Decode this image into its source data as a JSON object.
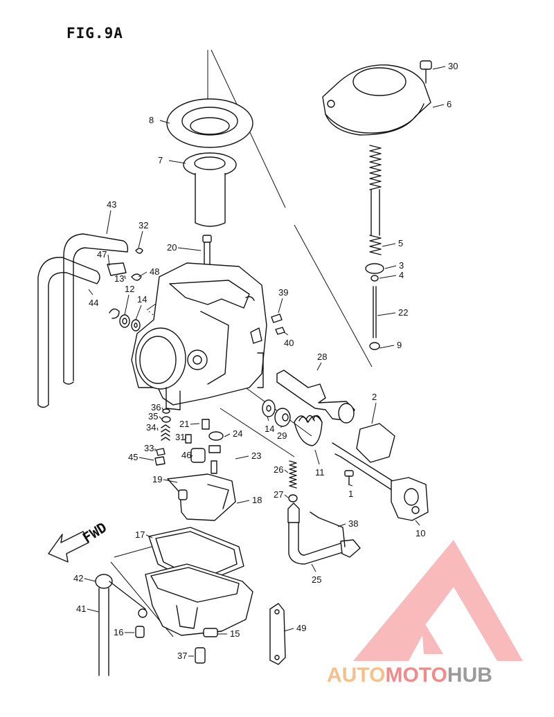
{
  "figure": {
    "title": "FIG.9A"
  },
  "direction": {
    "label": "FWD"
  },
  "watermark": {
    "parts": [
      "AUTO",
      "MOTO",
      "HUB"
    ],
    "colors": [
      "#f7c08a",
      "#f28a8a",
      "#9a9a9a"
    ],
    "logo_color": "#f06b6b"
  },
  "callouts": [
    {
      "n": "30"
    },
    {
      "n": "6"
    },
    {
      "n": "8"
    },
    {
      "n": "7"
    },
    {
      "n": "5"
    },
    {
      "n": "3"
    },
    {
      "n": "4"
    },
    {
      "n": "22"
    },
    {
      "n": "9"
    },
    {
      "n": "43"
    },
    {
      "n": "32"
    },
    {
      "n": "20"
    },
    {
      "n": "47"
    },
    {
      "n": "13"
    },
    {
      "n": "48"
    },
    {
      "n": "12"
    },
    {
      "n": "14"
    },
    {
      "n": "44"
    },
    {
      "n": "39"
    },
    {
      "n": "40"
    },
    {
      "n": "28"
    },
    {
      "n": "2"
    },
    {
      "n": "36"
    },
    {
      "n": "35"
    },
    {
      "n": "21"
    },
    {
      "n": "34"
    },
    {
      "n": "31"
    },
    {
      "n": "24"
    },
    {
      "n": "14"
    },
    {
      "n": "29"
    },
    {
      "n": "33"
    },
    {
      "n": "23"
    },
    {
      "n": "45"
    },
    {
      "n": "46"
    },
    {
      "n": "11"
    },
    {
      "n": "26"
    },
    {
      "n": "19"
    },
    {
      "n": "1"
    },
    {
      "n": "18"
    },
    {
      "n": "27"
    },
    {
      "n": "10"
    },
    {
      "n": "38"
    },
    {
      "n": "17"
    },
    {
      "n": "42"
    },
    {
      "n": "25"
    },
    {
      "n": "41"
    },
    {
      "n": "49"
    },
    {
      "n": "16"
    },
    {
      "n": "15"
    },
    {
      "n": "37"
    }
  ]
}
